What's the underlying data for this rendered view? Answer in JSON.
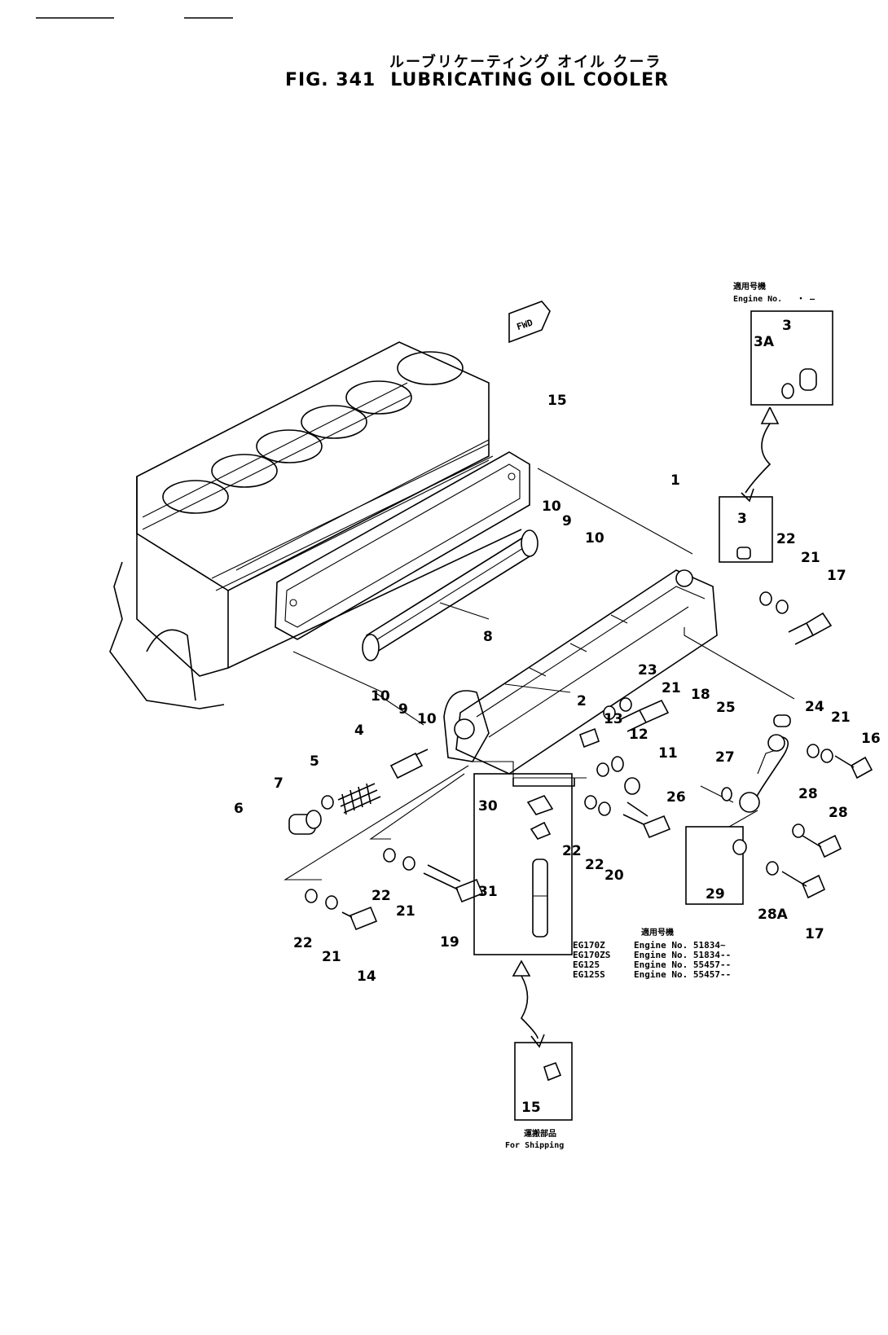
{
  "header": {
    "title_jp": "ルーブリケーティング オイル クーラ",
    "fig_label": "FIG. 341",
    "title_en": "LUBRICATING OIL COOLER"
  },
  "insets": {
    "top_right": {
      "header_jp": "適用号機",
      "header_en": "Engine No.",
      "range": "・ —"
    },
    "engine_table": {
      "header_jp": "適用号機",
      "rows": [
        {
          "model": "EG170Z",
          "engine": "Engine No. 51834~"
        },
        {
          "model": "EG170ZS",
          "engine": "Engine No. 51834--"
        },
        {
          "model": "EG125",
          "engine": "Engine No. 55457--"
        },
        {
          "model": "EG125S",
          "engine": "Engine No. 55457--"
        }
      ]
    },
    "bottom": {
      "header_jp": "運搬部品",
      "header_en": "For Shipping"
    },
    "fwd_sign": "FWD"
  },
  "callouts": [
    "1",
    "2",
    "3",
    "3A",
    "3",
    "4",
    "5",
    "6",
    "7",
    "8",
    "9",
    "9",
    "10",
    "10",
    "10",
    "10",
    "11",
    "12",
    "13",
    "14",
    "15",
    "16",
    "17",
    "17",
    "18",
    "19",
    "20",
    "21",
    "21",
    "21",
    "21",
    "21",
    "22",
    "22",
    "22",
    "22",
    "22",
    "23",
    "24",
    "25",
    "26",
    "27",
    "28",
    "28",
    "28A",
    "29",
    "30",
    "31"
  ]
}
